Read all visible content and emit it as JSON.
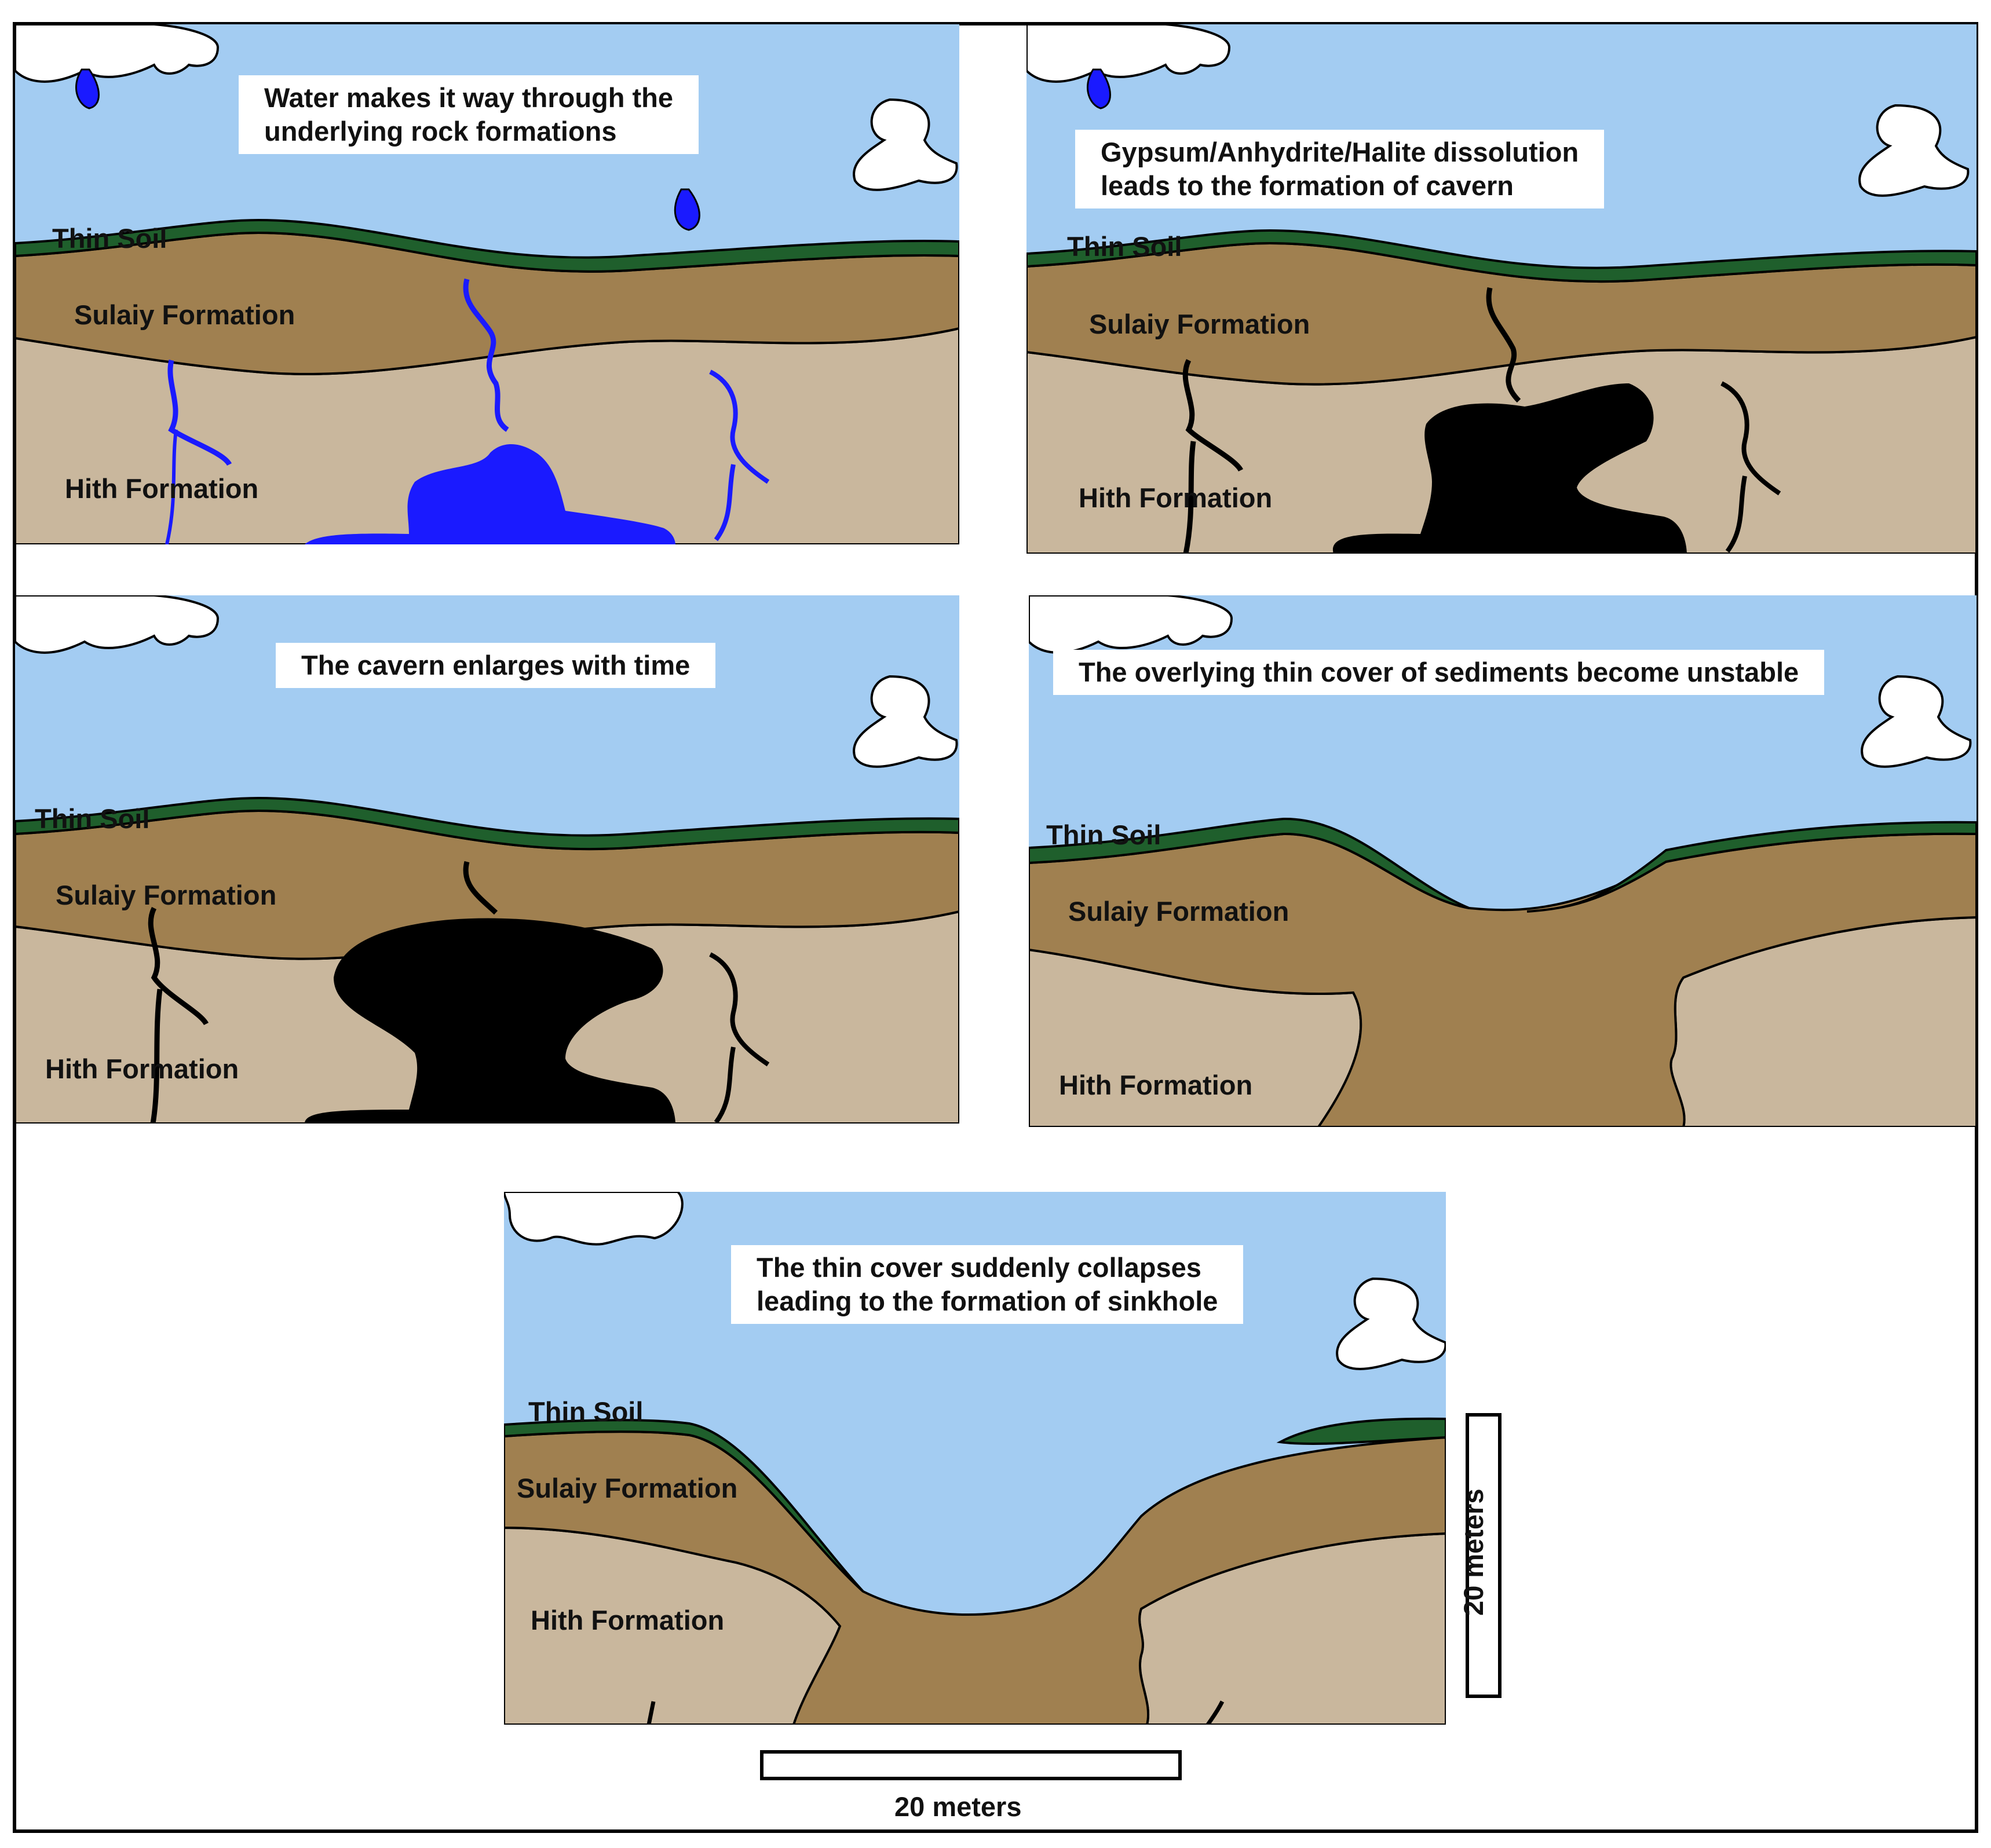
{
  "layers": {
    "soil": "Thin Soil",
    "sulaiy": "Sulaiy Formation",
    "hith": "Hith Formation"
  },
  "captions": {
    "p1": "Water makes it way through the\nunderlying rock formations",
    "p2": "Gypsum/Anhydrite/Halite dissolution\nleads to the formation of cavern",
    "p3": "The cavern enlarges with time",
    "p4": "The overlying thin cover of sediments become unstable",
    "p5": "The thin cover suddenly collapses\nleading to the formation of sinkhole"
  },
  "scale": {
    "horizontal": "20 meters",
    "vertical": "20 meters"
  },
  "colors": {
    "sky": "#a3ccf2",
    "soil": "#1f5f2c",
    "sulaiy": "#a08050",
    "hith": "#c9b79d",
    "water": "#1a1aff",
    "cavern": "#000000",
    "cloud": "#ffffff"
  }
}
